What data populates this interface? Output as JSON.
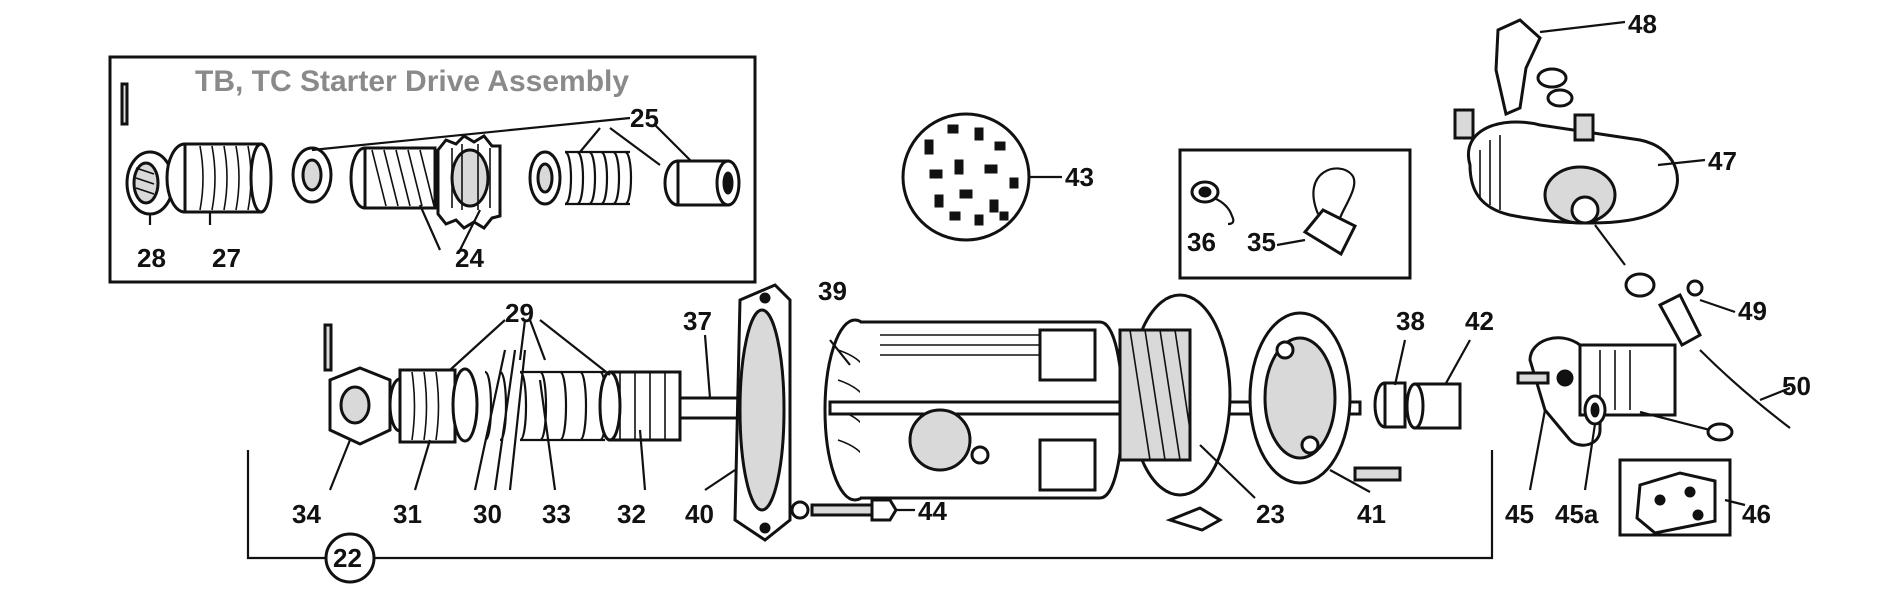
{
  "inset": {
    "title": "TB, TC Starter Drive Assembly"
  },
  "callouts": {
    "c22": "22",
    "c23": "23",
    "c24": "24",
    "c25": "25",
    "c27": "27",
    "c28": "28",
    "c29": "29",
    "c30": "30",
    "c31": "31",
    "c32": "32",
    "c33": "33",
    "c34": "34",
    "c35": "35",
    "c36": "36",
    "c37": "37",
    "c38": "38",
    "c39": "39",
    "c40": "40",
    "c41": "41",
    "c42": "42",
    "c43": "43",
    "c44": "44",
    "c45": "45",
    "c45a": "45a",
    "c46": "46",
    "c47": "47",
    "c48": "48",
    "c49": "49",
    "c50": "50"
  }
}
